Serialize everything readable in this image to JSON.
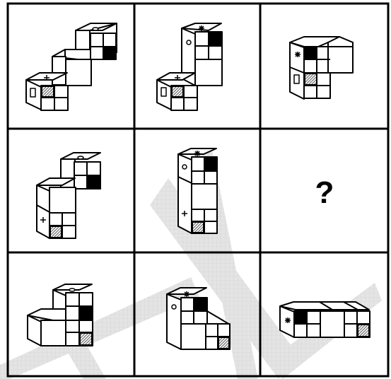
{
  "puzzle": {
    "rows": 3,
    "columns": 3,
    "missing_cell_label": "?",
    "colors": {
      "line": "#000000",
      "solid_face": "#000000",
      "hatch": "#6e6e6e",
      "watermark": "#c8c8c8",
      "background": "#ffffff"
    },
    "symbols": [
      "plus",
      "oval",
      "small-rectangle",
      "asterisk",
      "small-circle",
      "black-square",
      "hatched-square"
    ],
    "cells": [
      {
        "row": 1,
        "col": 1,
        "content": "cube-assembly-staircase"
      },
      {
        "row": 1,
        "col": 2,
        "content": "cube-assembly-staircase"
      },
      {
        "row": 1,
        "col": 3,
        "content": "cube-assembly-l-shape"
      },
      {
        "row": 2,
        "col": 1,
        "content": "cube-assembly-staircase"
      },
      {
        "row": 2,
        "col": 2,
        "content": "cube-assembly-tower"
      },
      {
        "row": 2,
        "col": 3,
        "content": "missing"
      },
      {
        "row": 3,
        "col": 1,
        "content": "cube-assembly-l-shape"
      },
      {
        "row": 3,
        "col": 2,
        "content": "cube-assembly-l-shape"
      },
      {
        "row": 3,
        "col": 3,
        "content": "cube-assembly-row"
      }
    ]
  }
}
